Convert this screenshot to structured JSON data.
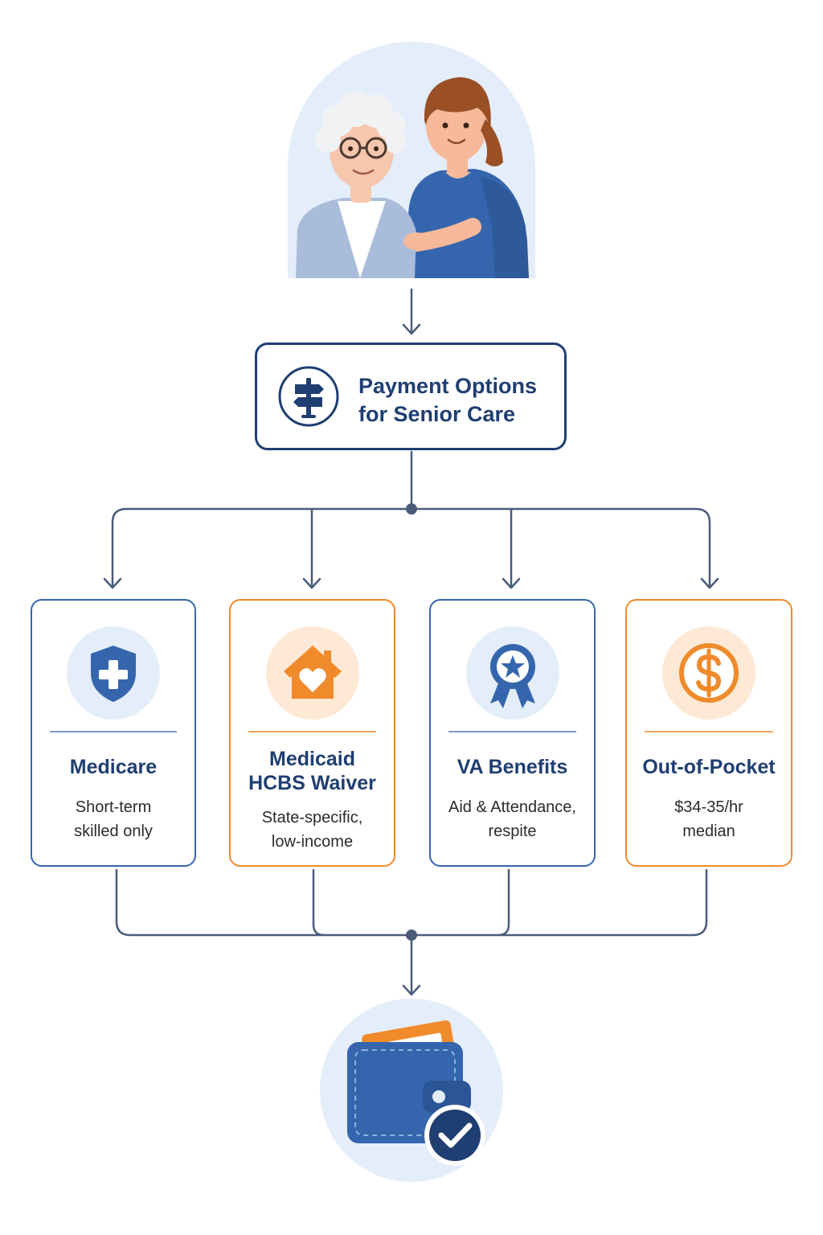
{
  "title": {
    "line1": "Payment Options",
    "line2": "for Senior Care",
    "icon": "signpost-icon"
  },
  "hero": {
    "icon": "senior-with-caregiver-illustration"
  },
  "options": [
    {
      "name_lines": [
        "Medicare"
      ],
      "desc_lines": [
        "Short-term",
        "skilled only"
      ],
      "icon": "shield-plus-icon",
      "accent": "blue"
    },
    {
      "name_lines": [
        "Medicaid",
        "HCBS Waiver"
      ],
      "desc_lines": [
        "State-specific,",
        "low-income"
      ],
      "icon": "house-heart-icon",
      "accent": "orange"
    },
    {
      "name_lines": [
        "VA Benefits"
      ],
      "desc_lines": [
        "Aid & Attendance,",
        "respite"
      ],
      "icon": "award-ribbon-icon",
      "accent": "blue"
    },
    {
      "name_lines": [
        "Out-of-Pocket"
      ],
      "desc_lines": [
        "$34-35/hr",
        "median"
      ],
      "icon": "dollar-coin-icon",
      "accent": "orange"
    }
  ],
  "result": {
    "icon": "wallet-check-icon"
  },
  "colors": {
    "navy": "#1f3e72",
    "blue": "#3566ad",
    "orange": "#f08a2a",
    "light_blue": "#e4eefa",
    "light_orange": "#fde9d6",
    "connector": "#4a5c7a"
  }
}
